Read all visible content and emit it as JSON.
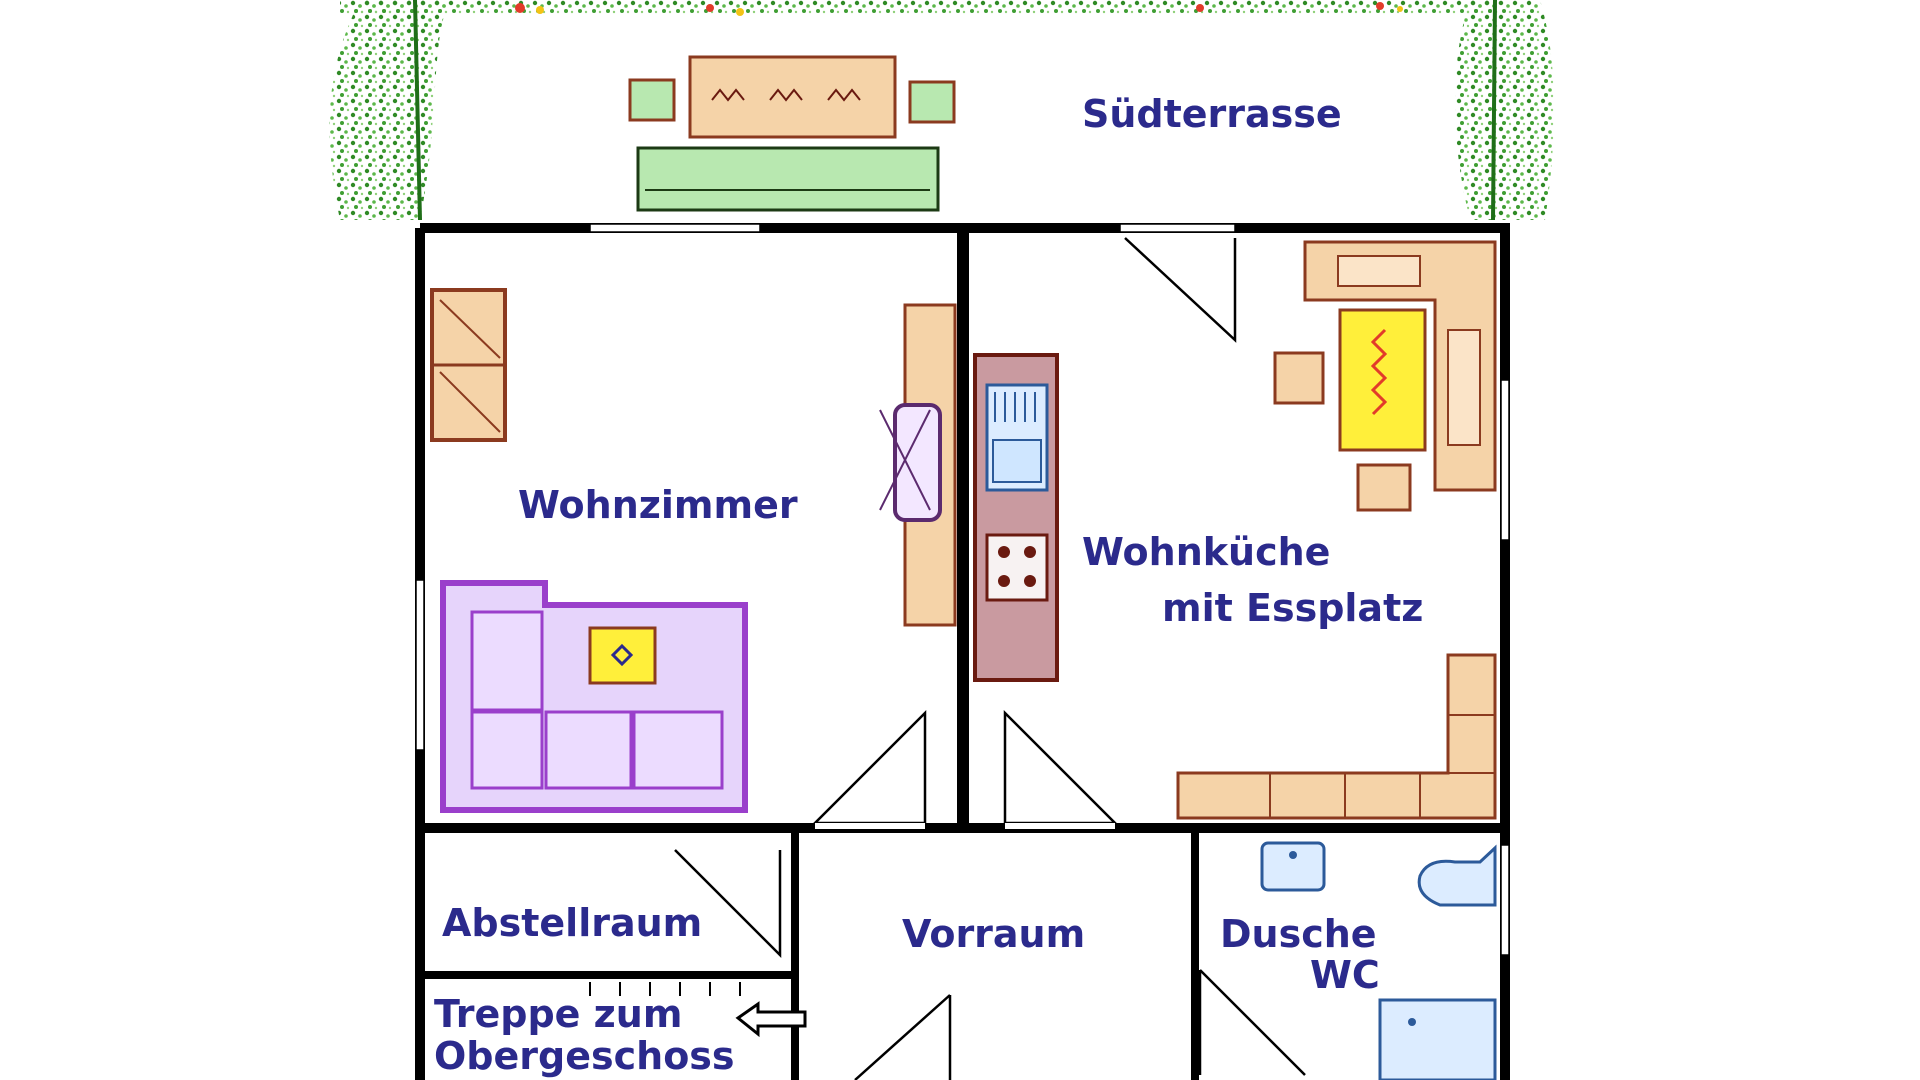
{
  "rooms": {
    "terrace": "Südterrasse",
    "living": "Wohnzimmer",
    "kitchen_line1": "Wohnküche",
    "kitchen_line2": "mit Essplatz",
    "storage": "Abstellraum",
    "hall": "Vorraum",
    "bath_line1": "Dusche",
    "bath_line2": "WC",
    "stairs_line1": "Treppe zum",
    "stairs_line2": "Obergeschoss"
  },
  "colors": {
    "wall": "#000000",
    "label": "#2b2a8c",
    "furniture_wood": "#f5d3a8",
    "furniture_edge": "#8b3a1f",
    "sofa": "#e6d4fb",
    "sofa_edge": "#9a3fcb",
    "kitchen_counter": "#c99aa0",
    "table_yellow": "#ffef3a",
    "bench_green": "#b8e8b0",
    "plant_green": "#3a8a2a",
    "fixture_blue": "#dcecff",
    "fixture_edge": "#2c5a9a"
  }
}
